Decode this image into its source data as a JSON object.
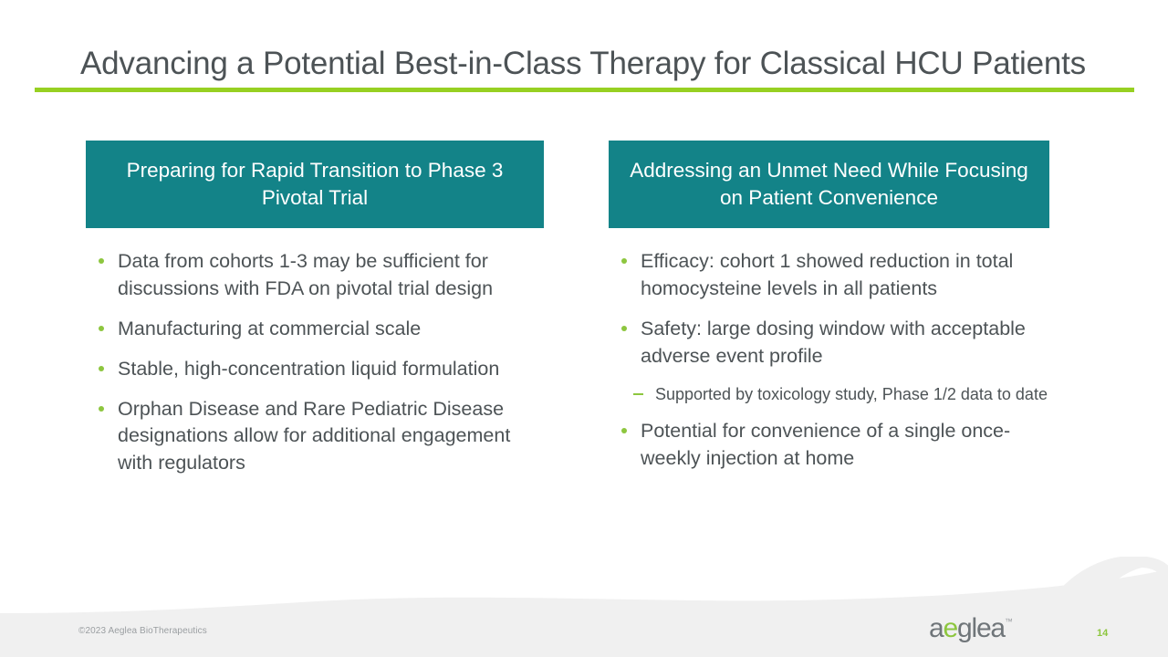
{
  "slide": {
    "title": "Advancing a Potential Best-in-Class Therapy for Classical HCU Patients",
    "accent_green": "#97d022",
    "panel_teal": "#138388",
    "body_text_color": "#4d5356"
  },
  "columns": [
    {
      "header": "Preparing for Rapid Transition to Phase 3 Pivotal Trial",
      "bullets": [
        {
          "text": "Data from cohorts 1-3 may be sufficient for discussions with FDA on pivotal trial design"
        },
        {
          "text": "Manufacturing at commercial scale"
        },
        {
          "text": "Stable, high-concentration liquid formulation"
        },
        {
          "text": "Orphan Disease and Rare Pediatric Disease designations allow for additional engagement with regulators"
        }
      ]
    },
    {
      "header": "Addressing an Unmet Need While Focusing on Patient Convenience",
      "bullets": [
        {
          "text": "Efficacy: cohort 1 showed reduction in total homocysteine levels in all patients"
        },
        {
          "text": "Safety: large dosing window with acceptable adverse event profile"
        },
        {
          "text": "Supported by toxicology study, Phase 1/2 data to date",
          "level": "sub"
        },
        {
          "text": "Potential for convenience of a single once-weekly injection at home"
        }
      ]
    }
  ],
  "footer": {
    "copyright": "©2023 Aeglea BioTherapeutics",
    "logo": {
      "part1": "a",
      "part2": "e",
      "part3": "glea",
      "tm": "™"
    },
    "page_number": "14"
  }
}
